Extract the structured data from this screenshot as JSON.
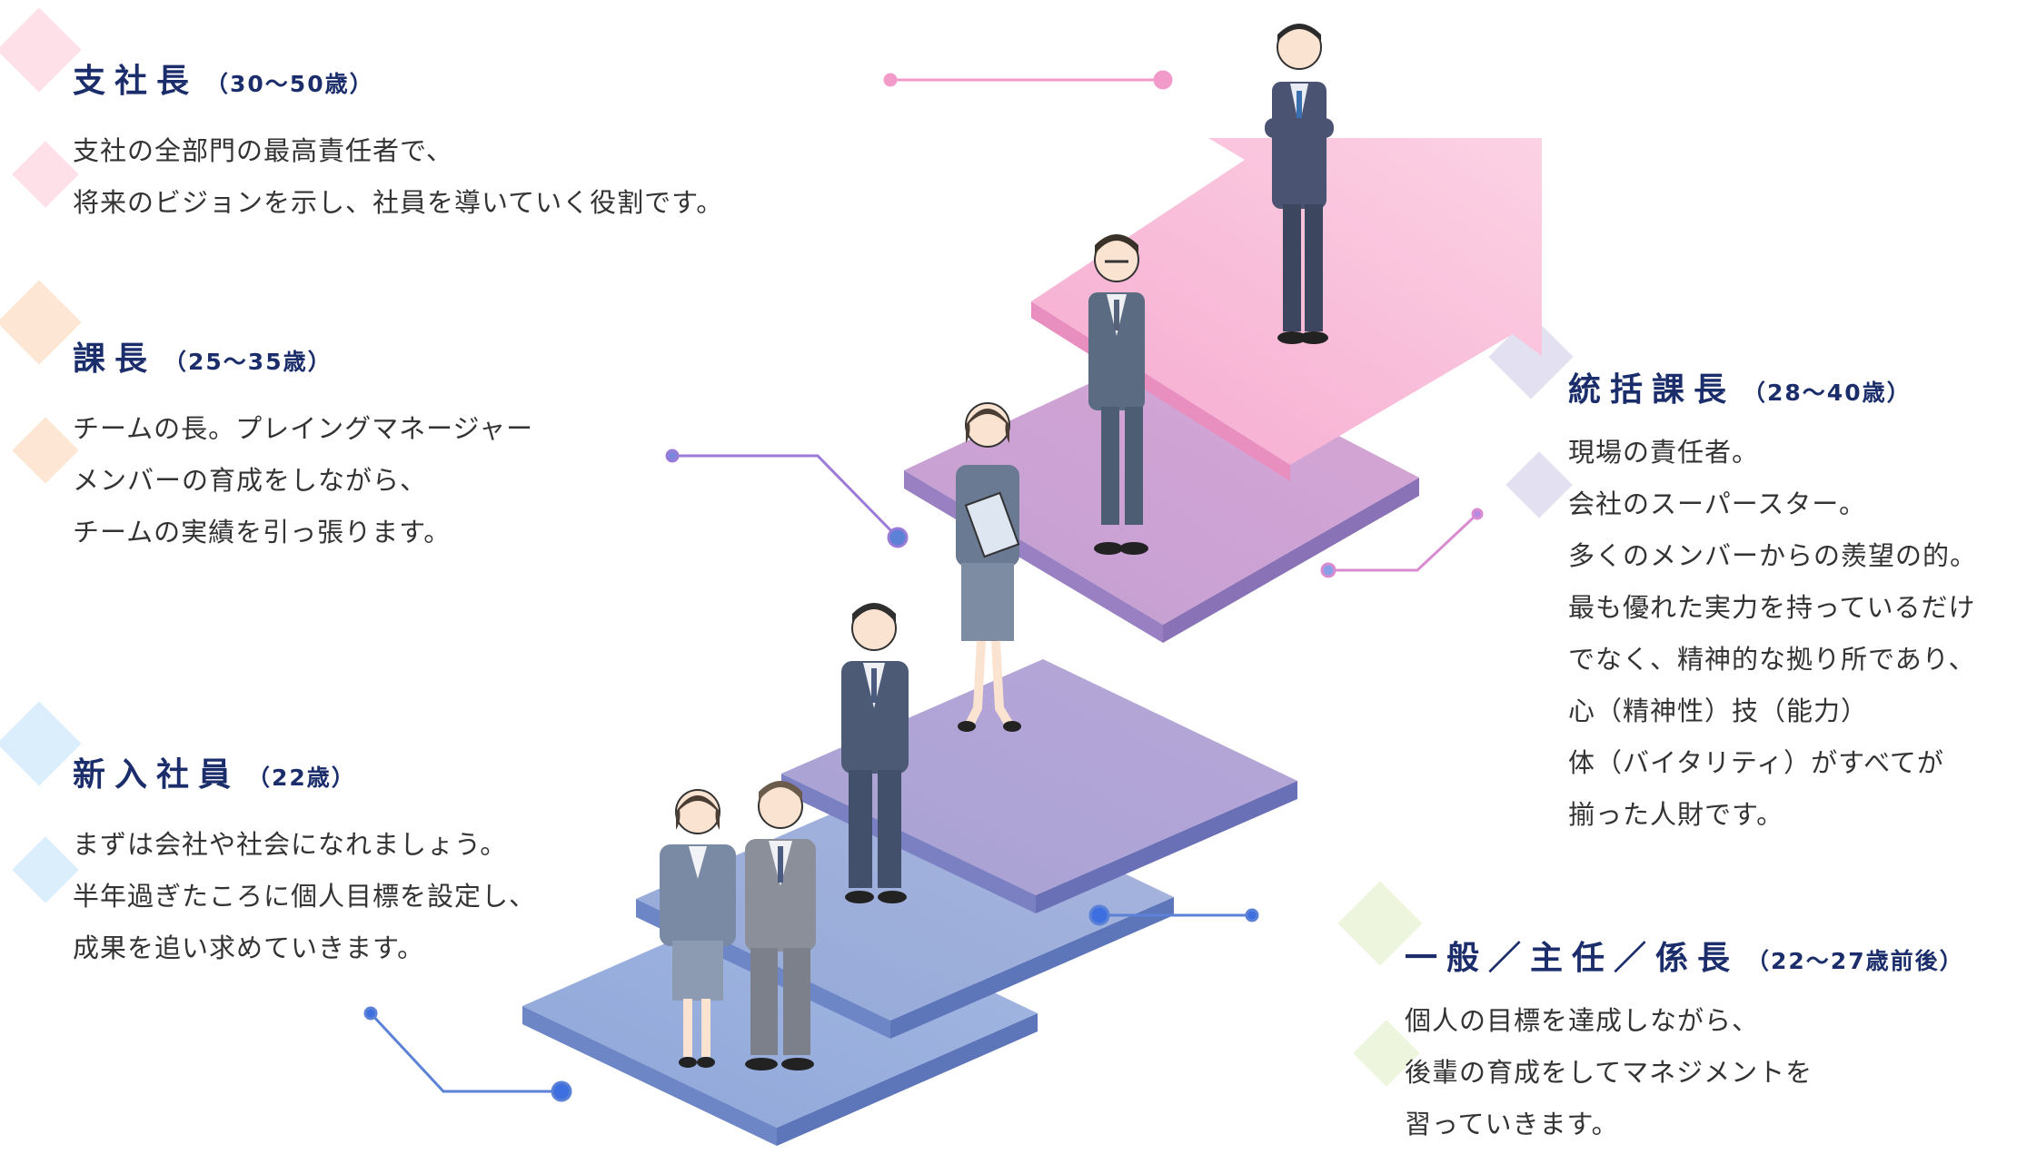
{
  "colors": {
    "title": "#1b2e6b",
    "text": "#333333",
    "connector_pink": "#f29ac9",
    "connector_blue": "#5b82d6",
    "connector_purple": "#9c7ad8",
    "step_blue": "#8aa4d9",
    "step_purple": "#a88fd3",
    "arrow_pink": "#f7b9d6",
    "diamond_pink": "#fde0e8",
    "diamond_orange": "#fde7d4",
    "diamond_blue": "#dbeefc",
    "diamond_lavender": "#e3e0f1",
    "diamond_green": "#eef5dd"
  },
  "roles": {
    "branch_manager": {
      "title": "支社長",
      "age": "（30〜50歳）",
      "lines": [
        "支社の全部門の最高責任者で、",
        "将来のビジョンを示し、社員を導いていく役割です。"
      ]
    },
    "section_manager": {
      "title": "課長",
      "age": "（25〜35歳）",
      "lines": [
        "チームの長。プレイングマネージャー",
        "メンバーの育成をしながら、",
        "チームの実績を引っ張ります。"
      ]
    },
    "general_manager": {
      "title": "統括課長",
      "age": "（28〜40歳）",
      "lines": [
        "現場の責任者。",
        "会社のスーパースター。",
        "多くのメンバーからの羨望の的。",
        "最も優れた実力を持っているだけ",
        "でなく、精神的な拠り所であり、",
        "心（精神性）技（能力）",
        "体（バイタリティ）がすべてが",
        "揃った人財です。"
      ]
    },
    "new_employee": {
      "title": "新入社員",
      "age": "（22歳）",
      "lines": [
        "まずは会社や社会になれましょう。",
        "半年過ぎたころに個人目標を設定し、",
        "成果を追い求めていきます。"
      ]
    },
    "staff": {
      "title": "一般／主任／係長",
      "age": "（22〜27歳前後）",
      "lines": [
        "個人の目標を達成しながら、",
        "後輩の育成をしてマネジメントを",
        "習っていきます。"
      ]
    }
  }
}
